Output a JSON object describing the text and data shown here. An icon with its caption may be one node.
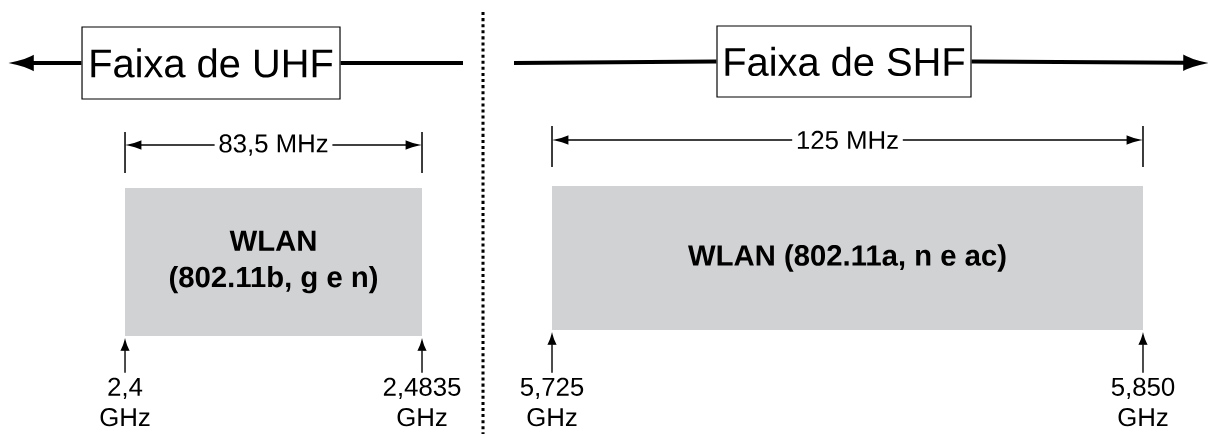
{
  "diagram": {
    "nodes": [
      {
        "text": [
          "Faixa de UHF"
        ]
      },
      {
        "text": [
          "Faixa de SHF"
        ]
      },
      {
        "text": [
          "WLAN (802.11b, g e n)"
        ]
      },
      {
        "text": [
          "WLAN (802.11a, n e ac)"
        ]
      },
      {
        "text": [
          "2,4 GHz"
        ]
      },
      {
        "text": [
          "2,4835 GHz"
        ]
      },
      {
        "text": [
          "5,725 GHz"
        ]
      },
      {
        "text": [
          "5,850 GHz"
        ]
      }
    ],
    "edges": [
      {
        "from": 0,
        "to": null,
        "arrow": "to",
        "style": "thick"
      },
      {
        "from": 0,
        "to": null,
        "arrow": "none",
        "style": "thick"
      },
      {
        "from": 1,
        "to": null,
        "arrow": "none",
        "style": "thick"
      },
      {
        "from": 1,
        "to": null,
        "arrow": "to",
        "style": "thick"
      },
      {
        "from": 4,
        "to": 2,
        "arrow": "to"
      },
      {
        "from": 5,
        "to": 2,
        "arrow": "to"
      },
      {
        "from": 6,
        "to": 3,
        "arrow": "to"
      },
      {
        "from": 7,
        "to": 3,
        "arrow": "to"
      }
    ],
    "labels": [
      "83,5 MHz",
      "125 MHz"
    ]
  }
}
